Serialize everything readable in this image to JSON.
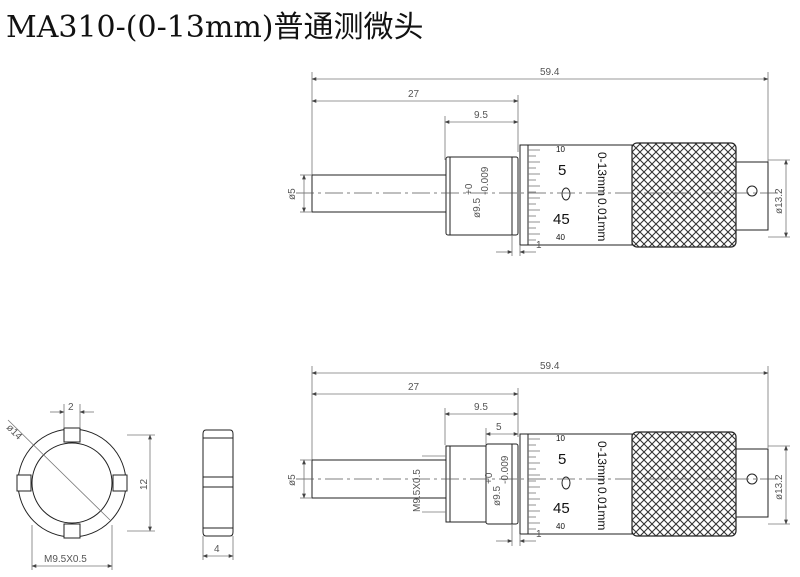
{
  "title": "MA310-(0-13mm)普通测微头",
  "top_view": {
    "dim_overall": "59.4",
    "dim_27": "27",
    "dim_9_5": "9.5",
    "dim_1": "1",
    "dia_spindle": "ø5",
    "dia_sleeve": "ø9.5",
    "dia_sleeve_tol_upper": "+0",
    "dia_sleeve_tol_lower": "-0.009",
    "dia_body": "ø13.2",
    "scale_5": "5",
    "scale_45": "45",
    "scale_10": "10",
    "scale_40": "40",
    "scale_range": "0-13mm",
    "scale_res": "0.01mm"
  },
  "bottom_view": {
    "dim_overall": "59.4",
    "dim_27": "27",
    "dim_9_5": "9.5",
    "dim_5": "5",
    "dim_1": "1",
    "dia_spindle": "ø5",
    "thread": "M9.5X0.5",
    "dia_sleeve": "ø9.5",
    "dia_sleeve_tol_upper": "+0",
    "dia_sleeve_tol_lower": "-0.009",
    "dia_body": "ø13.2",
    "scale_5": "5",
    "scale_45": "45",
    "scale_10": "10",
    "scale_40": "40",
    "scale_range": "0-13mm",
    "scale_res": "0.01mm"
  },
  "nut_view": {
    "dia_outer": "ø14",
    "slot_width": "2",
    "height": "12",
    "thread": "M9.5X0.5",
    "thickness": "4"
  }
}
